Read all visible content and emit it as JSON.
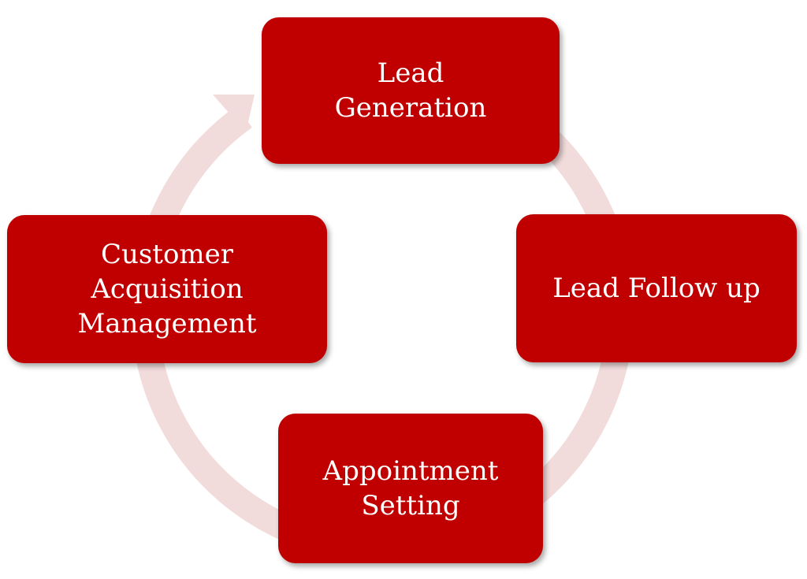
{
  "diagram": {
    "type": "cycle",
    "colors": {
      "node_fill": "#c00000",
      "node_text": "#ffffff",
      "ring": "#f2dcdb"
    },
    "nodes": [
      {
        "id": "lead-generation",
        "label": "Lead\nGeneration"
      },
      {
        "id": "lead-follow-up",
        "label": "Lead Follow up"
      },
      {
        "id": "appointment-setting",
        "label": "Appointment\nSetting"
      },
      {
        "id": "customer-acquisition-management",
        "label": "Customer\nAcquisition\nManagement"
      }
    ],
    "flow": "clockwise"
  }
}
